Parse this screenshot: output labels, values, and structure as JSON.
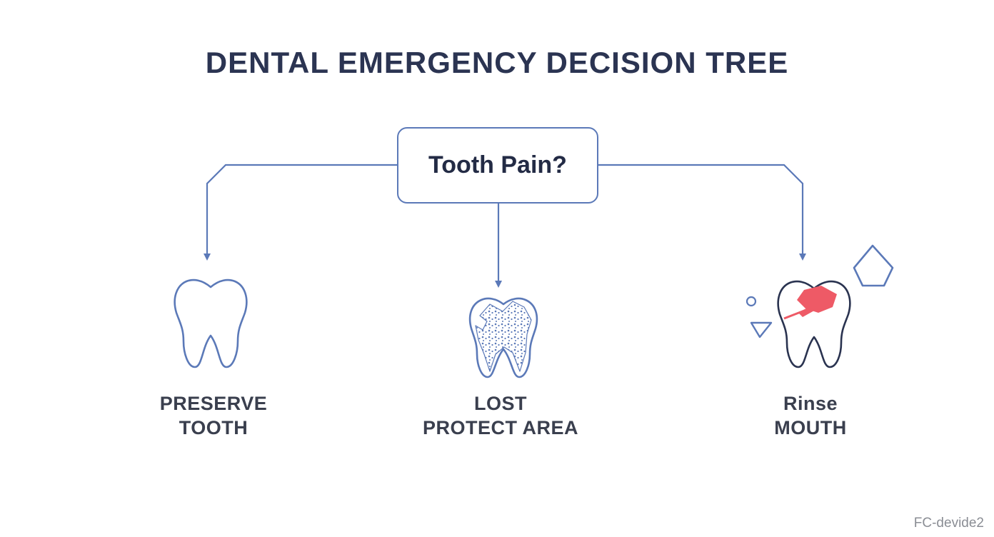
{
  "title": "DENTAL EMERGENCY DECISION TREE",
  "root": {
    "label": "Tooth Pain?"
  },
  "branches": [
    {
      "line1": "PRESERVE",
      "line2": "TOOTH",
      "icon": "tooth-outline-icon"
    },
    {
      "line1": "LOST",
      "line2": "PROTECT AREA",
      "icon": "damaged-tooth-icon"
    },
    {
      "line1": "Rinse",
      "line2": "MOUTH",
      "icon": "chipped-tooth-icon"
    }
  ],
  "watermark": "FC-devide2",
  "colors": {
    "connector": "#5b79b8",
    "title": "#2b3452",
    "chip_accent": "#ee5a66",
    "tooth_outline": "#5b79b8",
    "tooth_dark": "#2a3350"
  }
}
